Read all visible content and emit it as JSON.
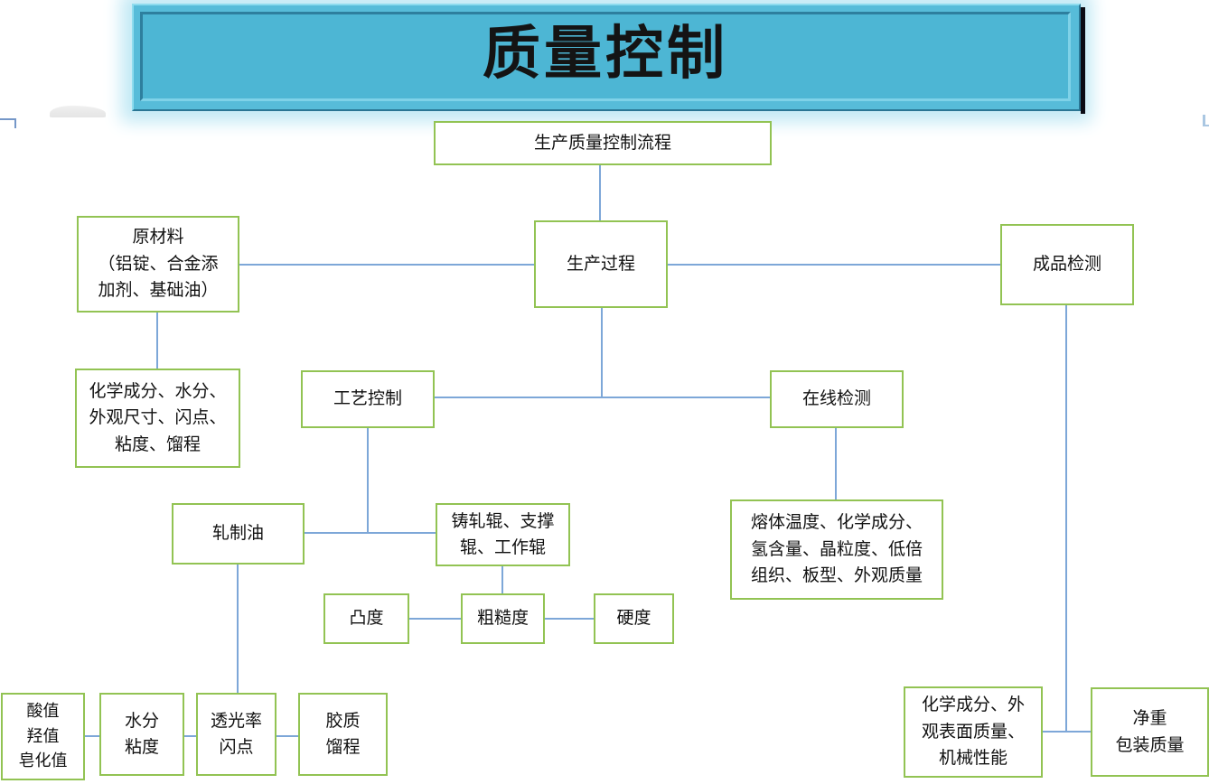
{
  "title": "质量控制",
  "nodes": {
    "flow_title": "生产质量控制流程",
    "raw_material": "原材料\n（铝锭、合金添\n加剂、基础油）",
    "production_process": "生产过程",
    "finished_inspection": "成品检测",
    "raw_material_tests": "化学成分、水分、\n外观尺寸、闪点、\n粘度、馏程",
    "process_control": "工艺控制",
    "online_inspection": "在线检测",
    "rolling_oil": "轧制油",
    "rolls": "铸轧辊、支撑\n辊、工作辊",
    "online_tests": "熔体温度、化学成分、\n氢含量、晶粒度、低倍\n组织、板型、外观质量",
    "convexity": "凸度",
    "roughness": "粗糙度",
    "hardness": "硬度",
    "acid_values": "酸值\n羟值\n皂化值",
    "moisture_viscosity": "水分\n粘度",
    "transmittance_flash": "透光率\n闪点",
    "gum_distillation": "胶质\n馏程",
    "final_tests": "化学成分、外\n观表面质量、\n机械性能",
    "net_weight": "净重\n包装质量"
  },
  "colors": {
    "box_border": "#92c353",
    "connector": "#7da7d8",
    "banner_fill": "#4db6d4",
    "banner_band": "#57bcd9",
    "banner_bevel_light": "#8edcee",
    "banner_bevel_dark": "#2e7f9e",
    "banner_glow": "#c2e9f5",
    "banner_shadow": "#0b0b14",
    "title_text": "#141414"
  }
}
